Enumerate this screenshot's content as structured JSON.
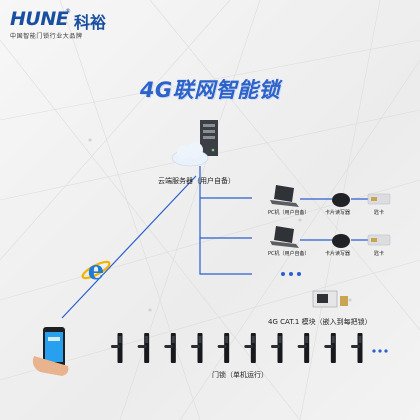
{
  "brand": {
    "logo_latin": "HUNE",
    "logo_reg": "®",
    "logo_cn": "科裕",
    "slogan": "中国智能门锁行业大品牌"
  },
  "headline": "4G联网智能锁",
  "server": {
    "label": "云端服务器（用户自备）"
  },
  "pc_rows": [
    {
      "pc_label": "PC机（用户自备）",
      "reader_label": "卡片读写器",
      "card_label": "匙卡"
    },
    {
      "pc_label": "PC机（用户自备）",
      "reader_label": "卡片读写器",
      "card_label": "匙卡"
    }
  ],
  "module": {
    "label": "4G CAT.1 模块（嵌入到每把锁）"
  },
  "locks": {
    "label": "门锁（单机运行）",
    "count": 10
  },
  "colors": {
    "brand_blue": "#1a4fa0",
    "headline_blue": "#2d62c9",
    "link_blue": "#2b5fd0",
    "mesh": "#d9d9d9"
  },
  "icons": [
    "server-icon",
    "cloud-icon",
    "laptop-icon",
    "card-reader-icon",
    "key-card-icon",
    "ie-icon",
    "smartphone-icon",
    "4g-module-icon",
    "door-lock-icon",
    "ellipsis-icon"
  ]
}
